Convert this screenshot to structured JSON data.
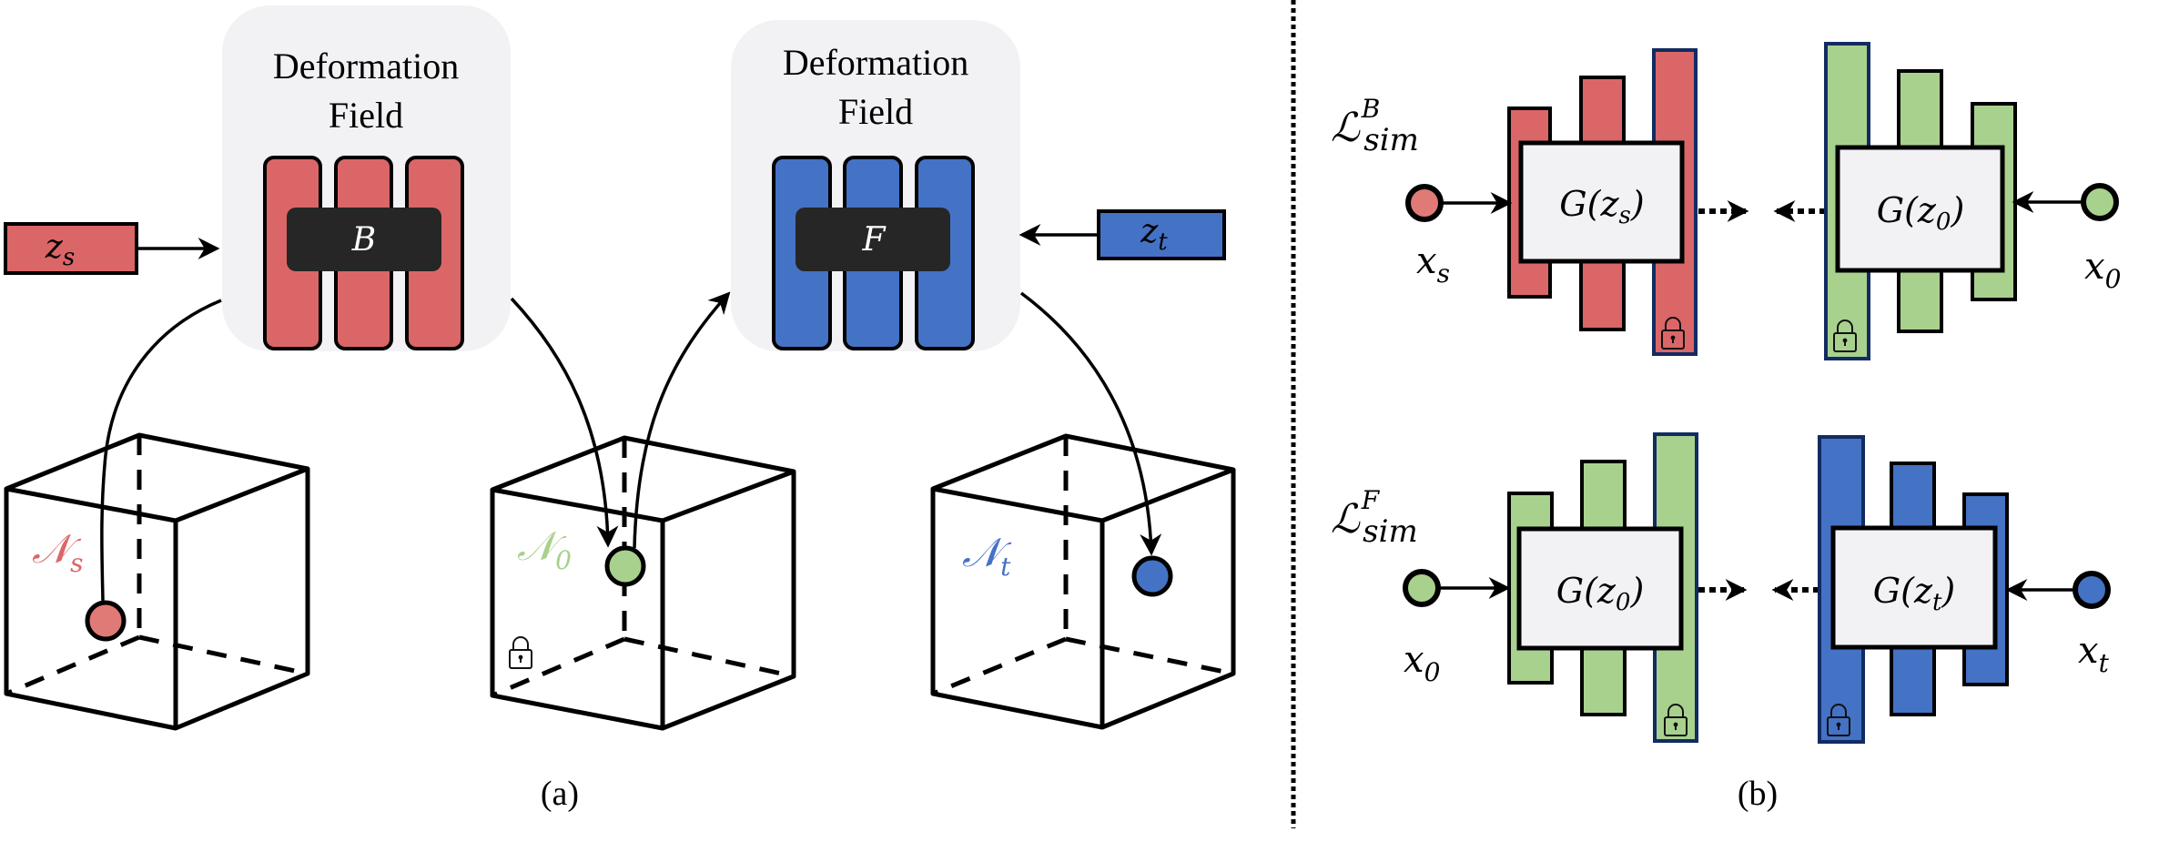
{
  "colors": {
    "red": "#DB6667",
    "red_point": "#E07A76",
    "green": "#A9D18E",
    "blue": "#4472C4",
    "navy": "#122B62",
    "panel_gray": "#F2F2F4",
    "dark": "#262626",
    "black": "#000000"
  },
  "panel_a": {
    "caption": "(a)",
    "backward_field": {
      "title_line1": "Deformation",
      "title_line2": "Field",
      "network_label": "B",
      "latent_label": "z",
      "latent_sub": "s"
    },
    "forward_field": {
      "title_line1": "Deformation",
      "title_line2": "Field",
      "network_label": "F",
      "latent_label": "z",
      "latent_sub": "t"
    },
    "spaces": [
      {
        "name": "N",
        "sub": "s",
        "locked": false
      },
      {
        "name": "N",
        "sub": "0",
        "locked": true
      },
      {
        "name": "N",
        "sub": "t",
        "locked": false
      }
    ]
  },
  "panel_b": {
    "caption": "(b)",
    "rows": [
      {
        "loss_symbol": "L",
        "loss_sup": "B",
        "loss_sub": "sim",
        "left_input": {
          "name": "x",
          "sub": "s"
        },
        "left_generator": {
          "fn": "G",
          "arg": "z",
          "arg_sub": "s"
        },
        "right_generator": {
          "fn": "G",
          "arg": "z",
          "arg_sub": "0"
        },
        "right_input": {
          "name": "x",
          "sub": "0"
        }
      },
      {
        "loss_symbol": "L",
        "loss_sup": "F",
        "loss_sub": "sim",
        "left_input": {
          "name": "x",
          "sub": "0"
        },
        "left_generator": {
          "fn": "G",
          "arg": "z",
          "arg_sub": "0"
        },
        "right_generator": {
          "fn": "G",
          "arg": "z",
          "arg_sub": "t"
        },
        "right_input": {
          "name": "x",
          "sub": "t"
        }
      }
    ]
  },
  "icons": {
    "lock": "lock-icon",
    "arrow": "arrow-icon"
  }
}
